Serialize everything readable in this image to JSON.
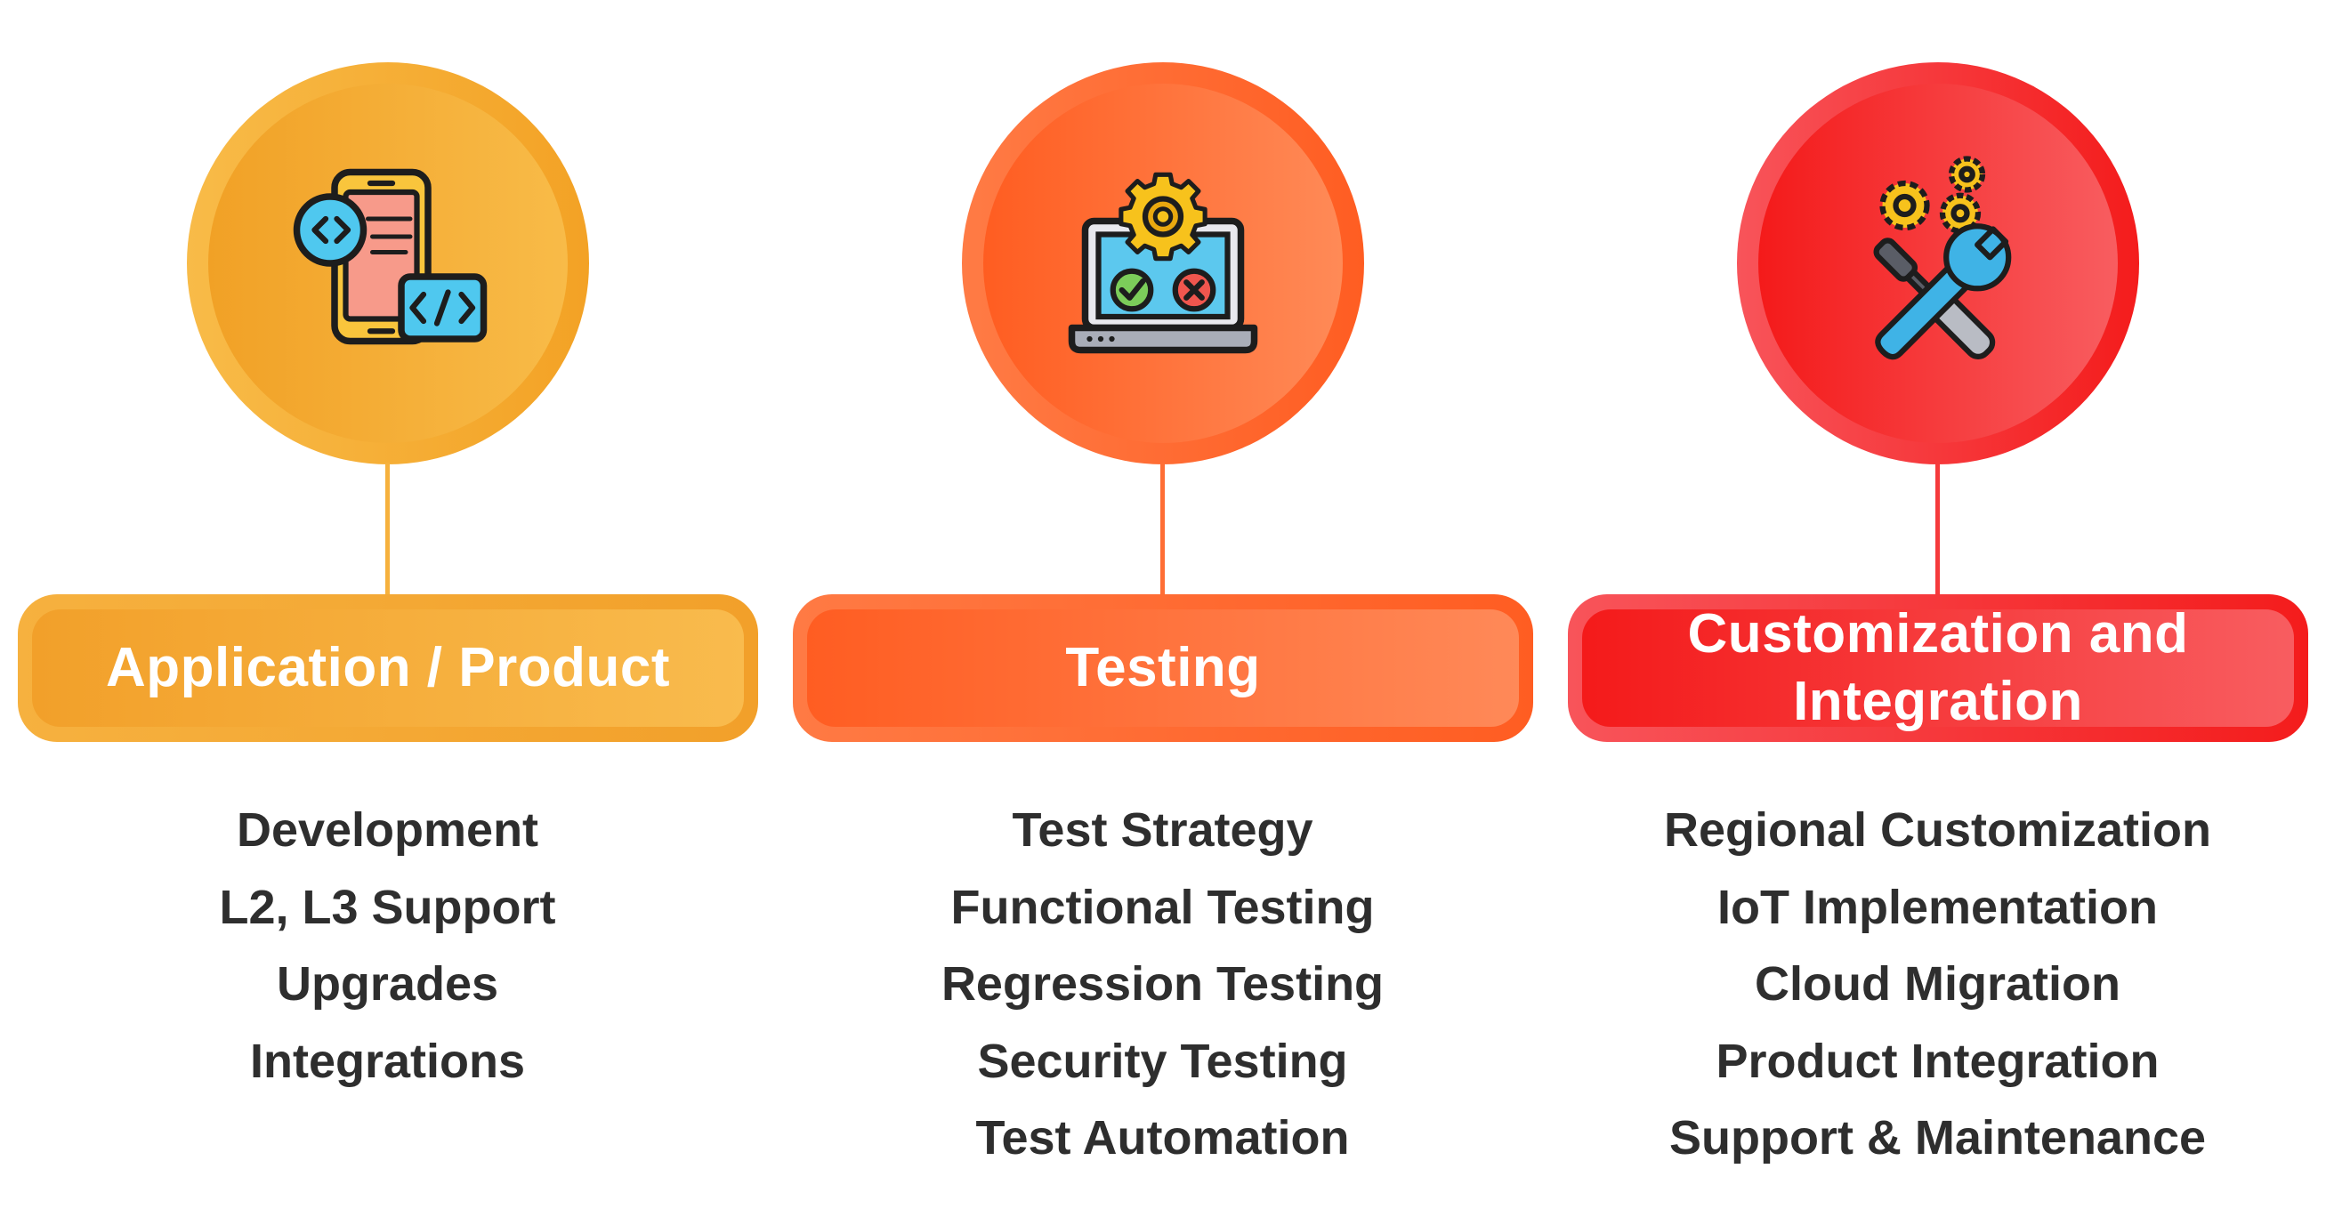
{
  "columns": [
    {
      "icon": "mobile-code-icon",
      "title": "Application / Product",
      "items": [
        "Development",
        "L2, L3 Support",
        "Upgrades",
        "Integrations"
      ]
    },
    {
      "icon": "laptop-gear-test-icon",
      "title": "Testing",
      "items": [
        "Test Strategy",
        "Functional Testing",
        "Regression Testing",
        "Security Testing",
        "Test Automation"
      ]
    },
    {
      "icon": "tools-gears-icon",
      "title_lines": [
        "Customization and",
        "Integration"
      ],
      "items": [
        "Regional Customization",
        "IoT Implementation",
        "Cloud Migration",
        "Product Integration",
        "Support & Maintenance"
      ]
    }
  ],
  "colors": {
    "amber": "#f4a62e",
    "orange": "#ff6a2e",
    "red": "#f42a2a",
    "text": "#2e2e2e"
  }
}
